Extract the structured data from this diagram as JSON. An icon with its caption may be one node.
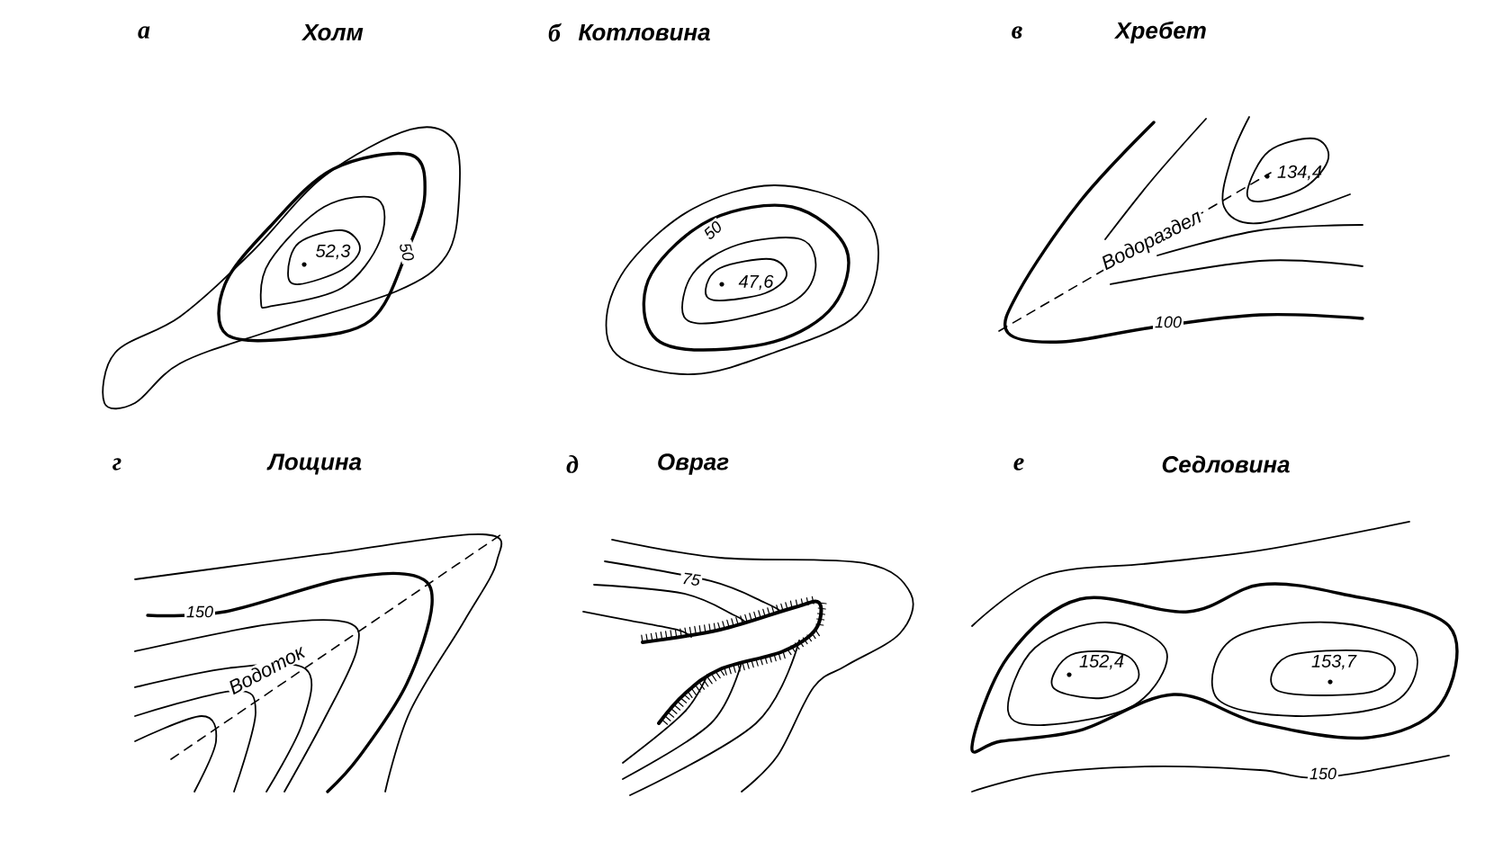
{
  "diagram": {
    "labels": [
      "а",
      "Холм",
      "б",
      "Котловина",
      "в",
      "Хребет",
      "52,3",
      "50",
      "50",
      "47,6",
      "134,4",
      "Водораздел",
      "100",
      "г",
      "Лощина",
      "д",
      "Овраг",
      "е",
      "Седловина",
      "150",
      "Водоток",
      "75",
      "152,4",
      "153,7",
      "150"
    ]
  }
}
